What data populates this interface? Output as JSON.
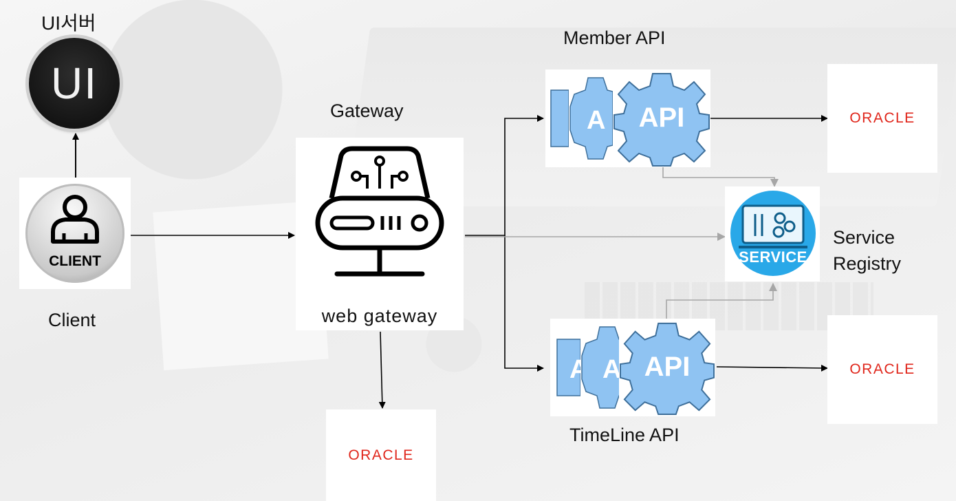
{
  "ui_server": {
    "label": "UI서버",
    "icon_text": "UI"
  },
  "client": {
    "label": "Client",
    "icon_text": "CLIENT"
  },
  "gateway": {
    "label": "Gateway",
    "caption": "web gateway"
  },
  "member_api": {
    "label": "Member API",
    "icon_text": "API"
  },
  "timeline_api": {
    "label": "TimeLine API",
    "icon_text": "API"
  },
  "service_registry": {
    "label_line1": "Service",
    "label_line2": "Registry",
    "icon_text": "SERVICE"
  },
  "oracle": {
    "brand": "ORACLE"
  },
  "colors": {
    "oracle_red": "#e0261b",
    "gear_blue": "#8fc3f2",
    "service_blue": "#29a8e8",
    "arrow_gray": "#a6a6a6"
  }
}
